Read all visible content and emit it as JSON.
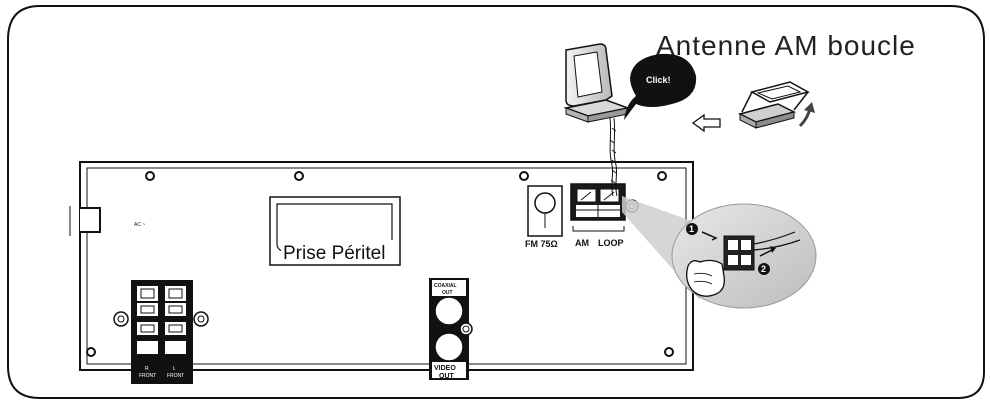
{
  "title": "Antenne AM boucle",
  "callout": "Click!",
  "panel": {
    "ac_label": "AC ~",
    "scart_label": "Prise Péritel",
    "fm_label": "FM  75Ω",
    "am_label": "AM",
    "loop_label": "LOOP",
    "coaxial_label_1": "COAXIAL",
    "coaxial_label_2": "OUT",
    "video_label_1": "VIDEO",
    "video_label_2": "OUT",
    "speaker_r_1": "R",
    "speaker_r_2": "FRONT",
    "speaker_l_1": "L",
    "speaker_l_2": "FRONT"
  },
  "steps": [
    "1",
    "2"
  ]
}
